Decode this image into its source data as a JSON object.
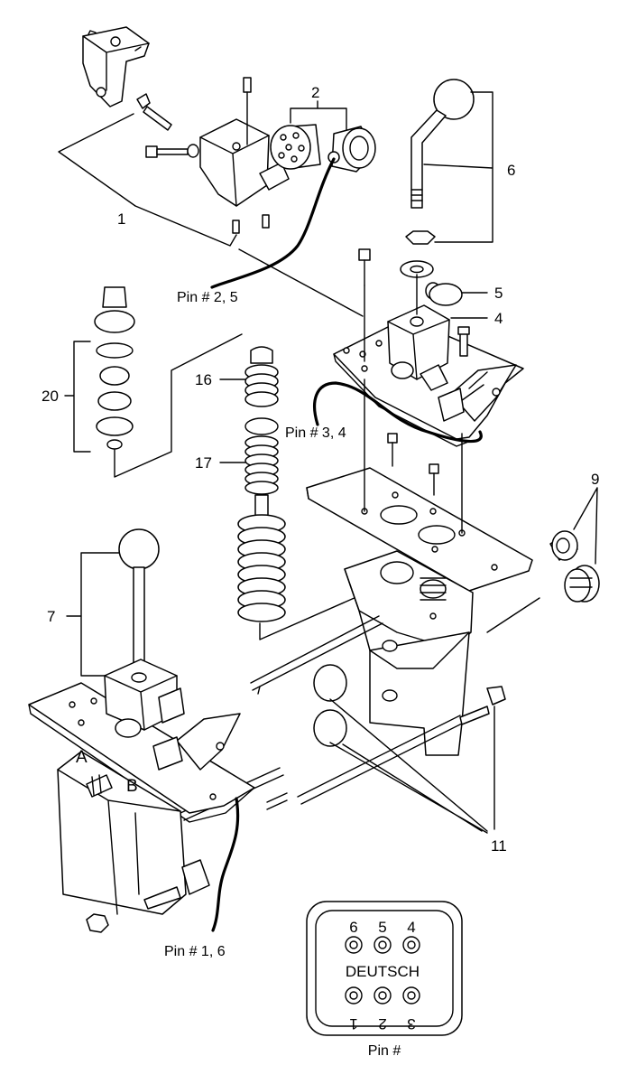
{
  "callouts": {
    "c1": "1",
    "c2": "2",
    "c4": "4",
    "c5": "5",
    "c6": "6",
    "c7": "7",
    "c9": "9",
    "c11": "11",
    "c16": "16",
    "c17": "17",
    "c20": "20"
  },
  "pin_labels": {
    "p25": "Pin # 2, 5",
    "p34": "Pin # 3, 4",
    "p16": "Pin # 1, 6"
  },
  "port_labels": {
    "a": "A",
    "b": "B"
  },
  "connector": {
    "brand": "DEUTSCH",
    "top_pins": [
      "6",
      "5",
      "4"
    ],
    "bottom_pins": [
      "1",
      "2",
      "3"
    ],
    "caption": "Pin #"
  }
}
